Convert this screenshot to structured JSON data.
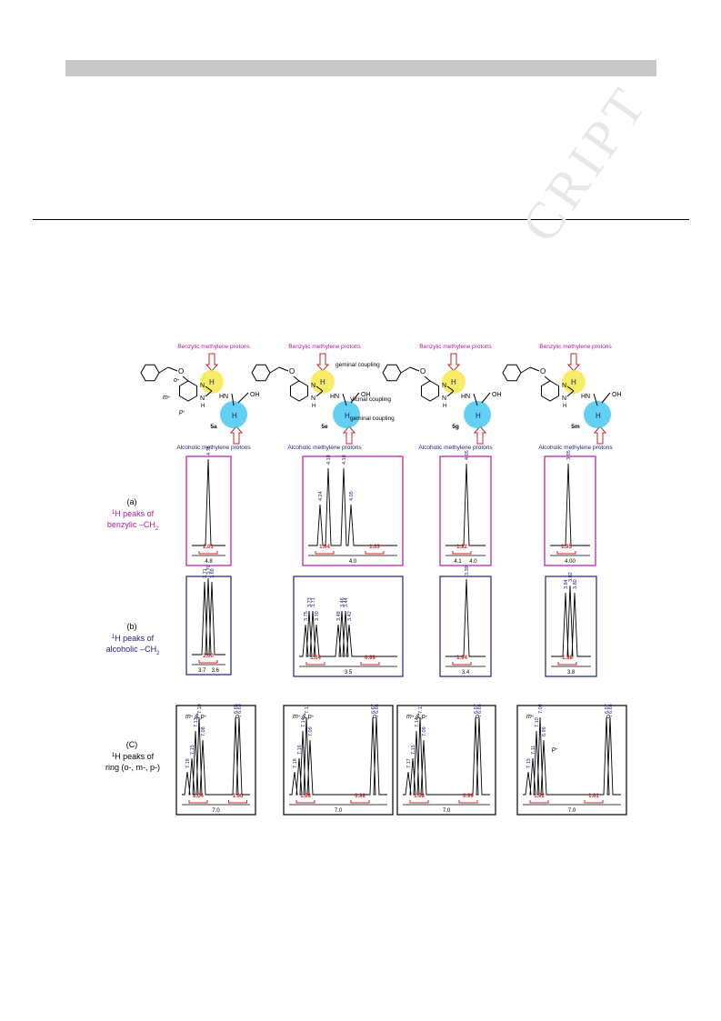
{
  "watermark": "CRIPT",
  "compounds": [
    {
      "id": "5a",
      "benzylic_label": "Benzylic methylene protons",
      "alcoholic_label": "Alcoholic methylene protons",
      "ring_labels": [
        "o-",
        "m-",
        "p-"
      ]
    },
    {
      "id": "5e",
      "benzylic_label": "Benzylic methylene protons",
      "alcoholic_label": "Alcoholic methylene protons",
      "annotations": [
        "geminal coupling",
        "Vicinal coupling",
        "geminal coupling"
      ]
    },
    {
      "id": "5g",
      "benzylic_label": "Benzylic methylene protons",
      "alcoholic_label": "Alcoholic methylene protons"
    },
    {
      "id": "5m",
      "benzylic_label": "Benzylic methylene protons",
      "alcoholic_label": "Alcoholic methylene protons"
    }
  ],
  "atoms": {
    "H": "H",
    "N": "N",
    "O": "O",
    "HN": "HN",
    "OH": "OH"
  },
  "rows": [
    {
      "letter": "(a)",
      "line1_sup": "1",
      "line1": "H peaks of",
      "line2": "benzylic –CH",
      "line2_sub": "2"
    },
    {
      "letter": "(b)",
      "line1_sup": "1",
      "line1": "H peaks of",
      "line2": "alcoholic –CH",
      "line2_sub": "2"
    },
    {
      "letter": "(C)",
      "line1_sup": "1",
      "line1": "H peaks of",
      "line2": "ring (o-, m-, p-)"
    }
  ],
  "panels_a": [
    {
      "peaks": [
        "4.75"
      ],
      "integrals": [
        "2.01"
      ],
      "axis": [
        "4.8"
      ]
    },
    {
      "peaks": [
        "4.24",
        "4.18",
        "4.10",
        "4.05"
      ],
      "integrals": [
        "1.04",
        "1.03"
      ],
      "axis": [
        "4.0"
      ]
    },
    {
      "peaks": [
        "4.05"
      ],
      "integrals": [
        "1.92"
      ],
      "axis": [
        "4.1",
        "4.0"
      ]
    },
    {
      "peaks": [
        "3.95"
      ],
      "integrals": [
        "1.95"
      ],
      "axis": [
        "4.00"
      ]
    }
  ],
  "panels_b": [
    {
      "peaks": [
        "3.71",
        "3.70",
        "3.69"
      ],
      "integrals": [
        "2.00"
      ],
      "axis": [
        "3.7",
        "3.6"
      ]
    },
    {
      "peaks": [
        "3.75",
        "3.73",
        "3.71",
        "3.70",
        "3.48",
        "3.46",
        "3.44",
        "3.42"
      ],
      "integrals": [
        "1.04",
        "0.99"
      ],
      "axis": [
        "3.5"
      ]
    },
    {
      "peaks": [
        "3.39"
      ],
      "integrals": [
        "1.94"
      ],
      "axis": [
        "3.4"
      ]
    },
    {
      "peaks": [
        "3.84",
        "3.82",
        "3.80"
      ],
      "integrals": [
        "1.98"
      ],
      "axis": [
        "3.8"
      ]
    }
  ],
  "panels_c": [
    {
      "labels": [
        "m- & p-",
        "o-"
      ],
      "peaks_left": [
        "7.18",
        "7.15",
        "7.13",
        "7.10",
        "7.08"
      ],
      "peaks_right": [
        "6.65",
        "6.63"
      ],
      "integrals": [
        "2.04",
        "1.96"
      ],
      "axis": [
        "7.0"
      ]
    },
    {
      "labels": [
        "m- & p-",
        "o-"
      ],
      "peaks_left": [
        "7.18",
        "7.16",
        "7.14",
        "7.11",
        "7.09"
      ],
      "peaks_right": [
        "6.67",
        "6.65"
      ],
      "integrals": [
        "1.98",
        "0.98"
      ],
      "axis": [
        "7.0"
      ]
    },
    {
      "labels": [
        "m- & p-",
        "o-"
      ],
      "peaks_left": [
        "7.17",
        "7.15",
        "7.14",
        "7.11",
        "7.09"
      ],
      "peaks_right": [
        "6.67",
        "6.65"
      ],
      "integrals": [
        "1.98",
        "0.99"
      ],
      "axis": [
        "7.0"
      ]
    },
    {
      "labels": [
        "m-",
        "p-",
        "o-"
      ],
      "peaks_left": [
        "7.13",
        "7.11",
        "7.10",
        "7.09",
        "6.99"
      ],
      "peaks_right": [
        "6.67",
        "6.65"
      ],
      "integrals": [
        "1.92",
        "1.01"
      ],
      "axis": [
        "7.0"
      ]
    }
  ],
  "colors": {
    "magenta": "#b5179e",
    "navy": "#1a237e",
    "integral_red": "#c62828",
    "yellow": "#f7e84a",
    "cyan": "#45c8f0"
  }
}
